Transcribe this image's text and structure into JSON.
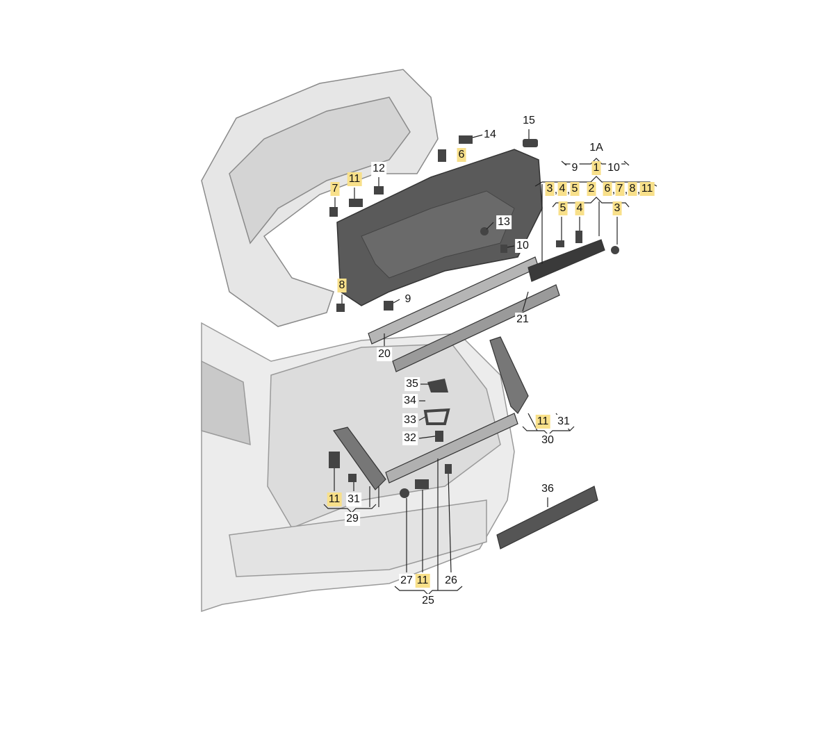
{
  "title": "Tailgate trim parts diagram",
  "highlight_color": "#f8e08a",
  "separator": ",",
  "labels": [
    {
      "text": "15",
      "highlighted": false
    },
    {
      "text": "14",
      "highlighted": false
    },
    {
      "text": "6",
      "highlighted": true
    },
    {
      "text": "1A",
      "highlighted": false
    },
    {
      "text": "9",
      "highlighted": false
    },
    {
      "text": "1",
      "highlighted": true
    },
    {
      "text": "10",
      "highlighted": false
    },
    {
      "text": "3",
      "highlighted": true
    },
    {
      "text": "4",
      "highlighted": true
    },
    {
      "text": "5",
      "highlighted": true
    },
    {
      "text": "2",
      "highlighted": true
    },
    {
      "text": "6",
      "highlighted": true
    },
    {
      "text": "7",
      "highlighted": true
    },
    {
      "text": "8",
      "highlighted": true
    },
    {
      "text": "11",
      "highlighted": true
    },
    {
      "text": "5",
      "highlighted": true
    },
    {
      "text": "4",
      "highlighted": true
    },
    {
      "text": "3",
      "highlighted": true
    },
    {
      "text": "12",
      "highlighted": false
    },
    {
      "text": "7",
      "highlighted": true
    },
    {
      "text": "11",
      "highlighted": true
    },
    {
      "text": "13",
      "highlighted": false
    },
    {
      "text": "10",
      "highlighted": false
    },
    {
      "text": "8",
      "highlighted": true
    },
    {
      "text": "9",
      "highlighted": false
    },
    {
      "text": "21",
      "highlighted": false
    },
    {
      "text": "20",
      "highlighted": false
    },
    {
      "text": "35",
      "highlighted": false
    },
    {
      "text": "34",
      "highlighted": false
    },
    {
      "text": "33",
      "highlighted": false
    },
    {
      "text": "32",
      "highlighted": false
    },
    {
      "text": "11",
      "highlighted": true
    },
    {
      "text": "31",
      "highlighted": false
    },
    {
      "text": "30",
      "highlighted": false
    },
    {
      "text": "36",
      "highlighted": false
    },
    {
      "text": "11",
      "highlighted": true
    },
    {
      "text": "31",
      "highlighted": false
    },
    {
      "text": "29",
      "highlighted": false
    },
    {
      "text": "27",
      "highlighted": false
    },
    {
      "text": "11",
      "highlighted": true
    },
    {
      "text": "26",
      "highlighted": false
    },
    {
      "text": "25",
      "highlighted": false
    }
  ]
}
